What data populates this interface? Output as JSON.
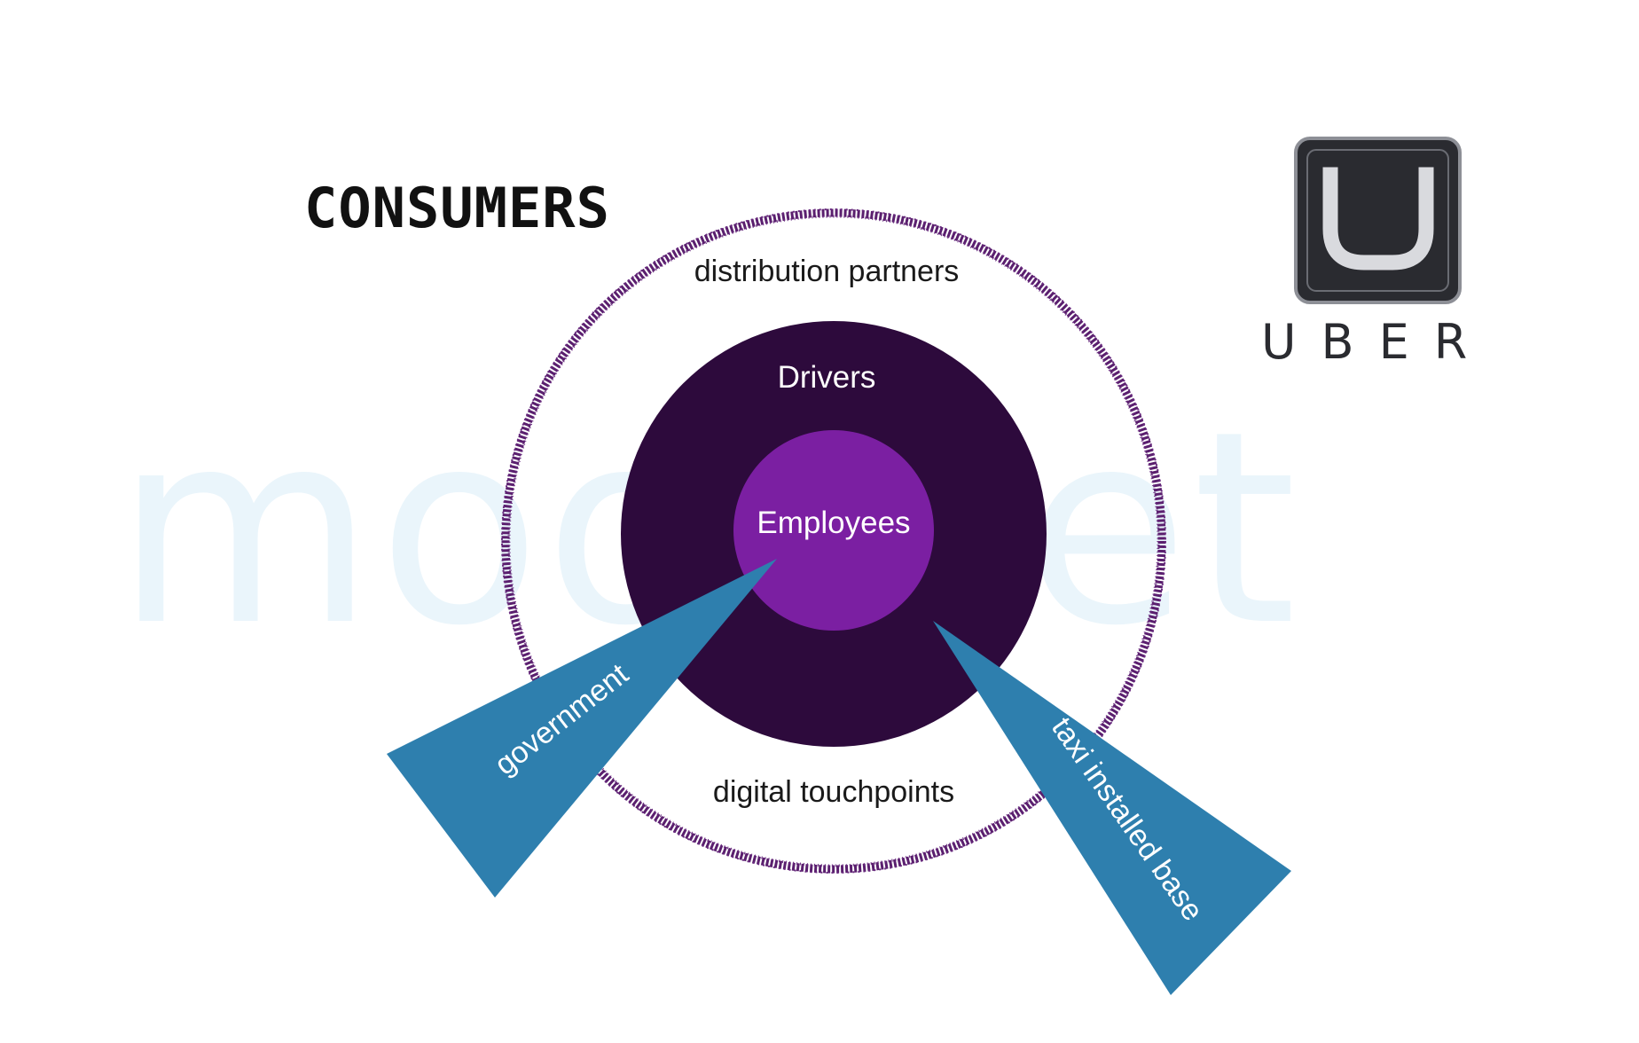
{
  "watermark": {
    "text": "moonset",
    "color": "#eaf5fb"
  },
  "consumers": {
    "label": "CONSUMERS"
  },
  "logo": {
    "wordmark": "UBER",
    "icon": "uber-u-icon"
  },
  "rings": {
    "outer_label": "distribution partners",
    "outer_bottom_label": "digital touchpoints",
    "middle_label": "Drivers",
    "inner_label": "Employees"
  },
  "wedges": {
    "left_label": "government",
    "right_label": "taxi installed base"
  },
  "colors": {
    "outer_ring": "#5a1f6e",
    "drivers_fill": "#2d0a3c",
    "employees_fill": "#7b1fa2",
    "wedge_fill": "#2e7fae",
    "logo_frame": "#2a2b30"
  }
}
